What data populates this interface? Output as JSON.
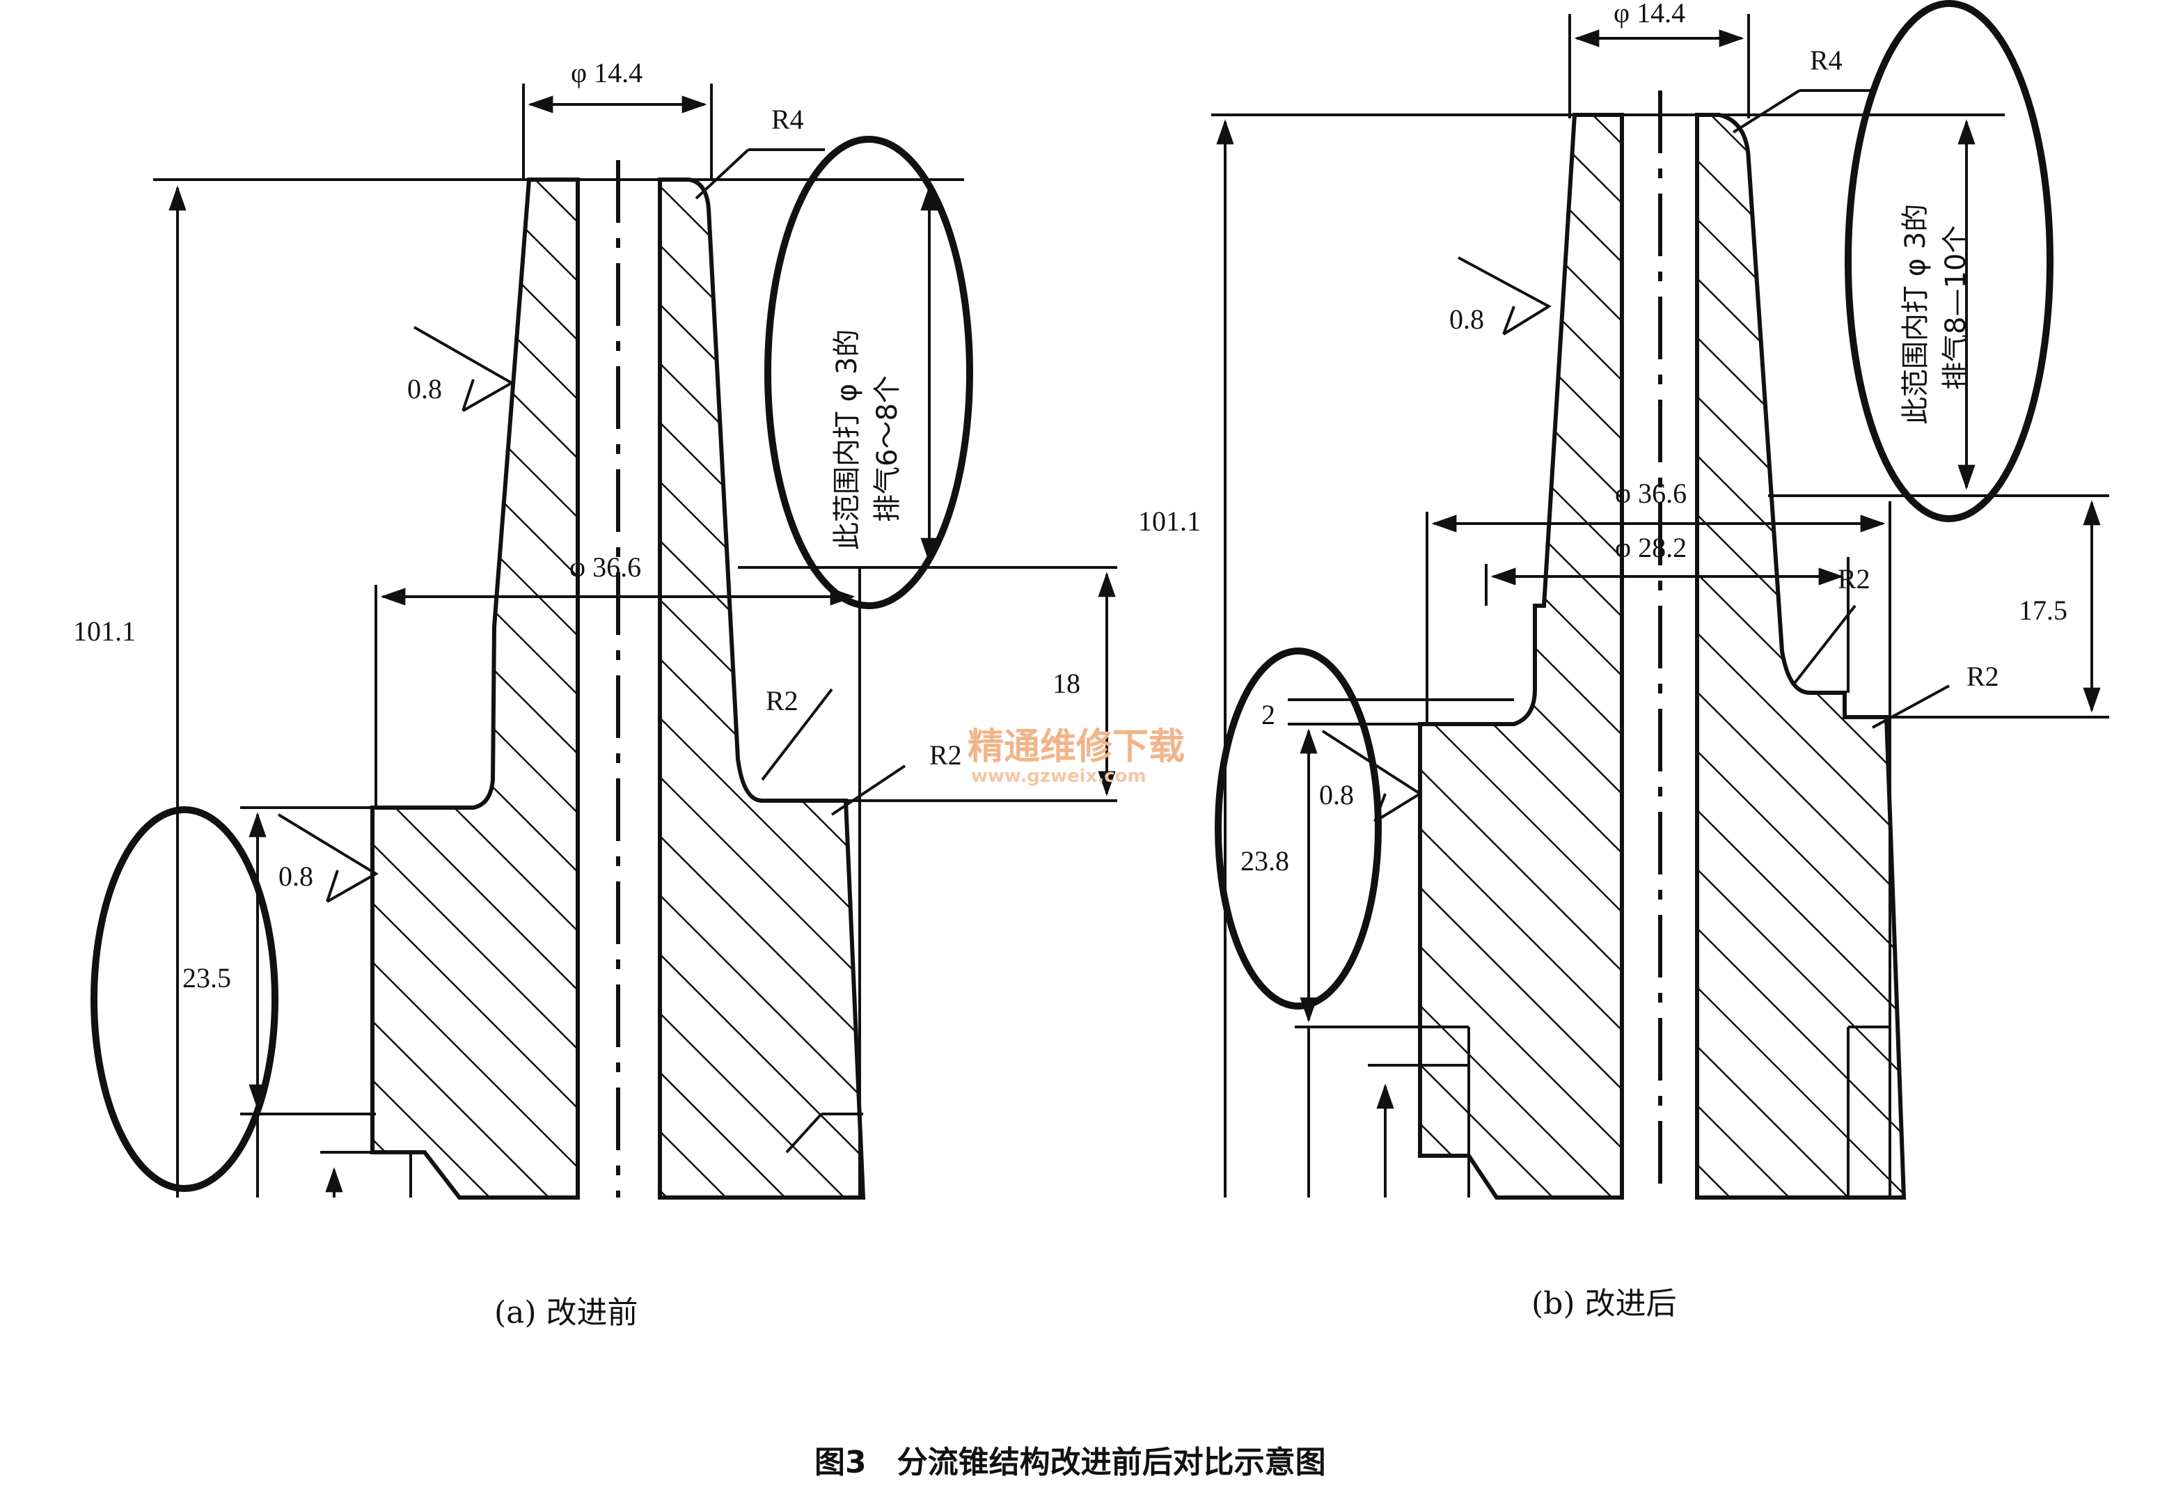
{
  "figure": {
    "caption": "图3　分流锥结构改进前后对比示意图",
    "watermark": "精通维修下载",
    "watermark_url": "www.gzweix.com"
  },
  "left": {
    "caption": "(a) 改进前",
    "dim_top": "φ 14.4",
    "dim_mid": "φ 36.6",
    "dim_height": "101.1",
    "dim_lower": "23.5",
    "dim_step": "18",
    "r_top": "R4",
    "r_inner": "R2",
    "r_outer": "R2",
    "roughness_1": "0.8",
    "roughness_2": "0.8",
    "note_line1": "此范围内打 φ 3的",
    "note_line2": "排气6～8个"
  },
  "right": {
    "caption": "(b) 改进后",
    "dim_top": "φ 14.4",
    "dim_mid1": "φ 36.6",
    "dim_mid2": "φ 28.2",
    "dim_height": "101.1",
    "dim_lower": "23.8",
    "dim_small": "2",
    "dim_step": "17.5",
    "r_top": "R4",
    "r_inner": "R2",
    "r_outer": "R2",
    "roughness_1": "0.8",
    "roughness_2": "0.8",
    "note_line1": "此范围内打 φ 3的",
    "note_line2": "排气8—10个"
  }
}
